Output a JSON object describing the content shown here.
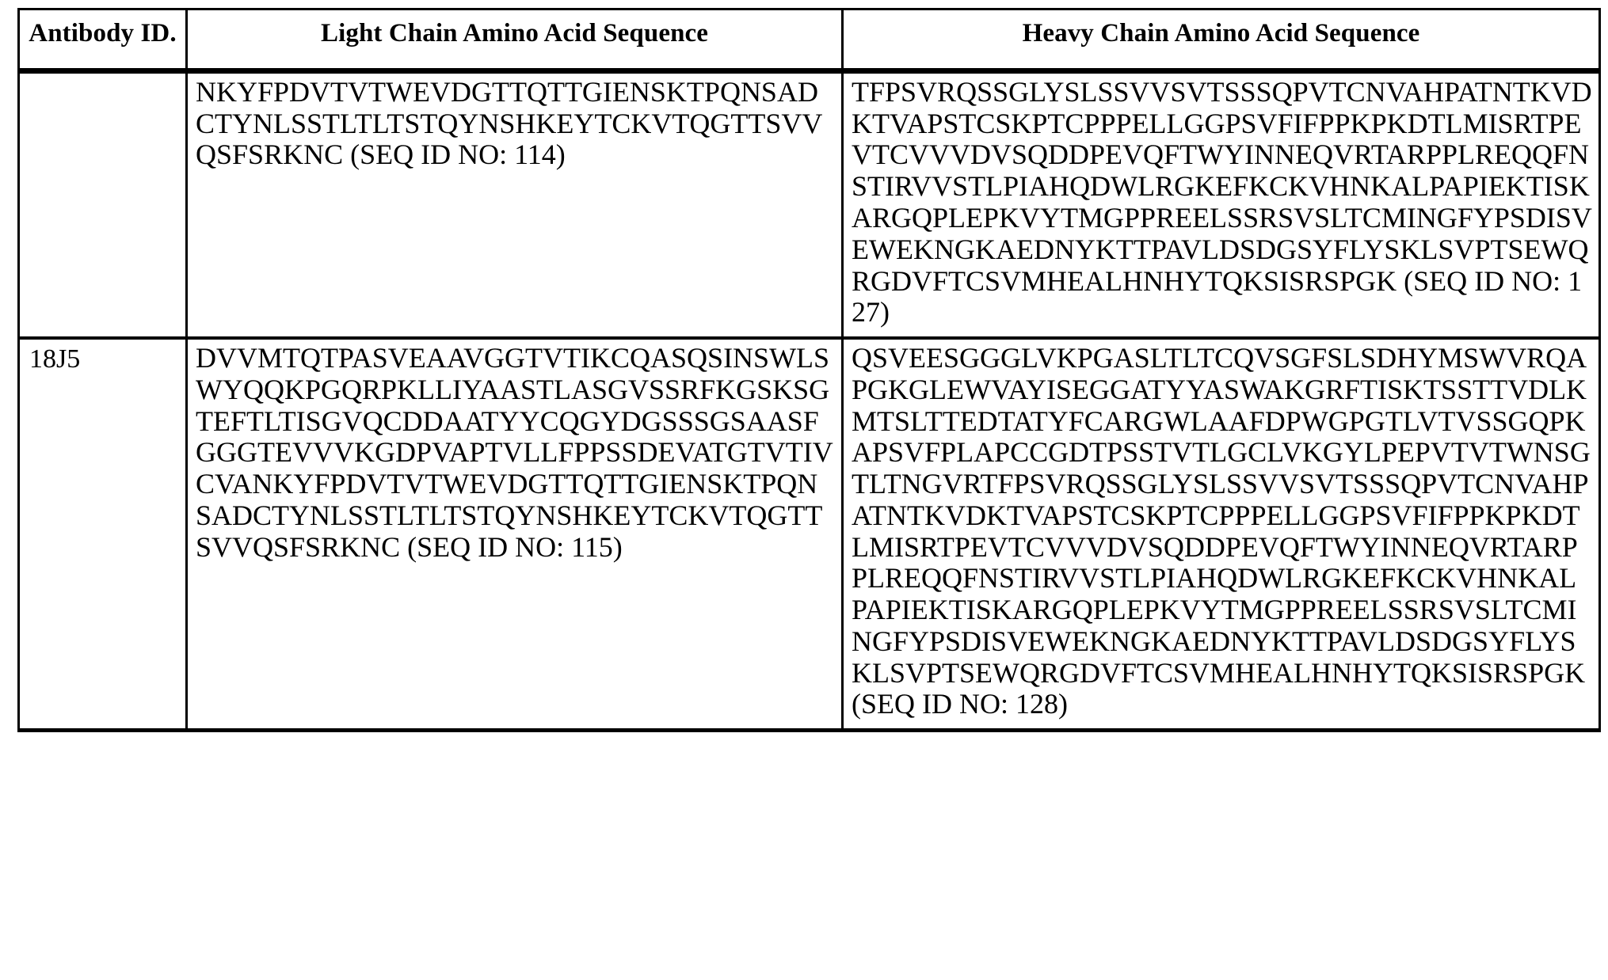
{
  "document": {
    "type": "patent-sequence-table",
    "page_background": "#ffffff",
    "text_color": "#000000"
  },
  "table": {
    "headers": {
      "antibody_id": "Antibody\nID.",
      "light_chain": "Light Chain Amino Acid Sequence",
      "heavy_chain": "Heavy Chain Amino Acid Sequence"
    },
    "rows": [
      {
        "antibody_id": "",
        "light_chain": "NKYFPDVTVTWEVDGTTQTTGIENSKTPQNSADCTYNLSSTLTLTSTQYNSHKEYTCKVTQGTTSVVQSFSRKNC (SEQ ID NO: 114)",
        "light_chain_seq_id": "114",
        "heavy_chain": "TFPSVRQSSGLYSLSSVVSVTSSSQPVTCNVAHPATNTKVDKTVAPSTCSKPTCPPPELLGGPSVFIFPPKPKDTLMISRTPEVTCVVVDVSQDDPEVQFTWYINNEQVRTARPPLREQQFNSTIRVVSTLPIAHQDWLRGKEFKCKVHNKALPAPIEKTISKARGQPLEPKVYTMGPPREELSSRSVSLTCMINGFYPSDISVEWEKNGKAEDNYKTTPAVLDSDGSYFLYSKLSVPTSEWQRGDVFTCSVMHEALHNHYTQKSISRSPGK (SEQ ID NO: 127)",
        "heavy_chain_seq_id": "127"
      },
      {
        "antibody_id": "18J5",
        "light_chain": "DVVMTQTPASVEAAVGGTVTIKCQASQSINSWLSWYQQKPGQRPKLLIYAASTLASGVSSRFKGSKSGTEFTLTISGVQCDDAATYYCQGYDGSSSGSAASFGGGTEVVVKGDPVAPTVLLFPPSSDEVATGTVTIVCVANKYFPDVTVTWEVDGTTQTTGIENSKTPQNSADCTYNLSSTLTLTSTQYNSHKEYTCKVTQGTTSVVQSFSRKNC (SEQ ID NO: 115)",
        "light_chain_seq_id": "115",
        "heavy_chain": "QSVEESGGGLVKPGASLTLTCQVSGFSLSDHYMSWVRQAPGKGLEWVAYISEGGATYYASWAKGRFTISKTSSTTVDLKMTSLTTEDTATYFCARGWLAAFDPWGPGTLVTVSSGQPKAPSVFPLAPCCGDTPSSTVTLGCLVKGYLPEPVTVTWNSGTLTNGVRTFPSVRQSSGLYSLSSVVSVTSSSQPVTCNVAHPATNTKVDKTVAPSTCSKPTCPPPELLGGPSVFIFPPKPKDTLMISRTPEVTCVVVDVSQDDPEVQFTWYINNEQVRTARPPLREQQFNSTIRVVSTLPIAHQDWLRGKEFKCKVHNKALPAPIEKTISKARGQPLEPKVYTMGPPREELSSRSVSLTCMINGFYPSDISVEWEKNGKAEDNYKTTPAVLDSDGSYFLYSKLSVPTSEWQRGDVFTCSVMHEALHNHYTQKSISRSPGK (SEQ ID NO: 128)",
        "heavy_chain_seq_id": "128"
      }
    ]
  }
}
